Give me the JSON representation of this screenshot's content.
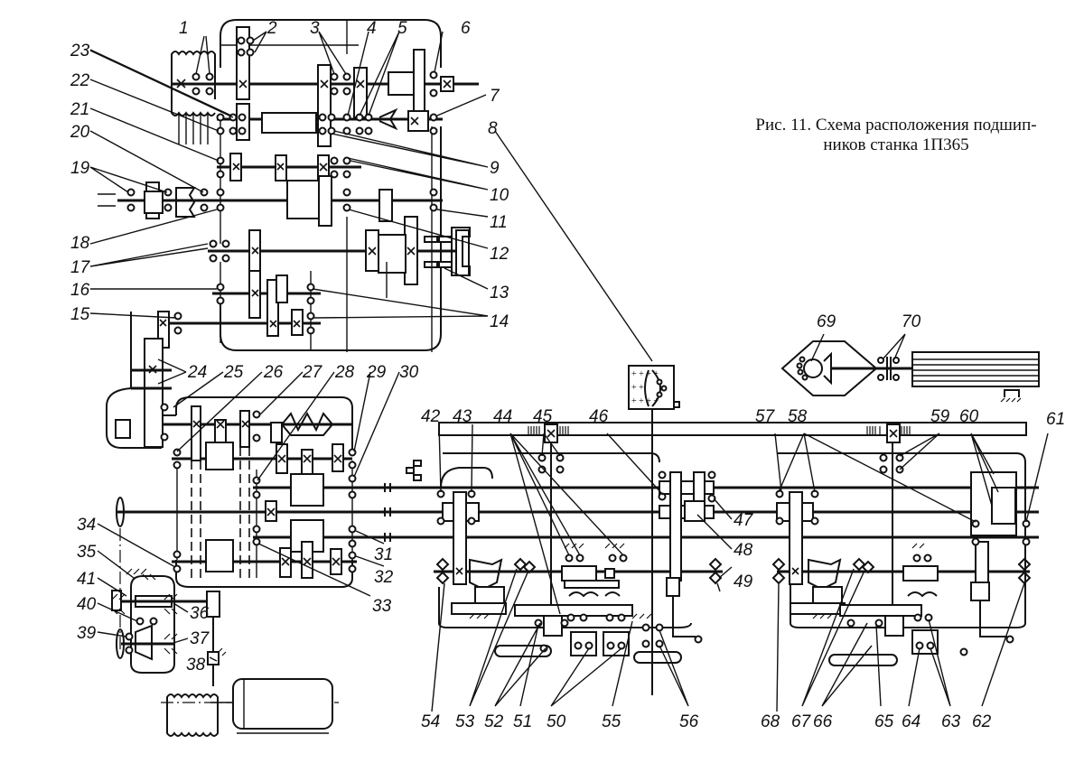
{
  "figure": {
    "caption_line1": "Рис. 11. Схема расположения подшип-",
    "caption_line2": "ников станка 1П365",
    "figure_number": "11",
    "machine_model": "1П365"
  },
  "labels": {
    "l1": "1",
    "l2": "2",
    "l3": "3",
    "l4": "4",
    "l5": "5",
    "l6": "6",
    "l7": "7",
    "l8": "8",
    "l9": "9",
    "l10": "10",
    "l11": "11",
    "l12": "12",
    "l13": "13",
    "l14": "14",
    "l15": "15",
    "l16": "16",
    "l17": "17",
    "l18": "18",
    "l19": "19",
    "l20": "20",
    "l21": "21",
    "l22": "22",
    "l23": "23",
    "l24": "24",
    "l25": "25",
    "l26": "26",
    "l27": "27",
    "l28": "28",
    "l29": "29",
    "l30": "30",
    "l31": "31",
    "l32": "32",
    "l33": "33",
    "l34": "34",
    "l35": "35",
    "l36": "36",
    "l37": "37",
    "l38": "38",
    "l39": "39",
    "l40": "40",
    "l41": "41",
    "l42": "42",
    "l43": "43",
    "l44": "44",
    "l45": "45",
    "l46": "46",
    "l47": "47",
    "l48": "48",
    "l49": "49",
    "l50": "50",
    "l51": "51",
    "l52": "52",
    "l53": "53",
    "l54": "54",
    "l55": "55",
    "l56": "56",
    "l57": "57",
    "l58": "58",
    "l59": "59",
    "l60": "60",
    "l61": "61",
    "l62": "62",
    "l63": "63",
    "l64": "64",
    "l65": "65",
    "l66": "66",
    "l67": "67",
    "l68": "68",
    "l69": "69",
    "l70": "70"
  }
}
